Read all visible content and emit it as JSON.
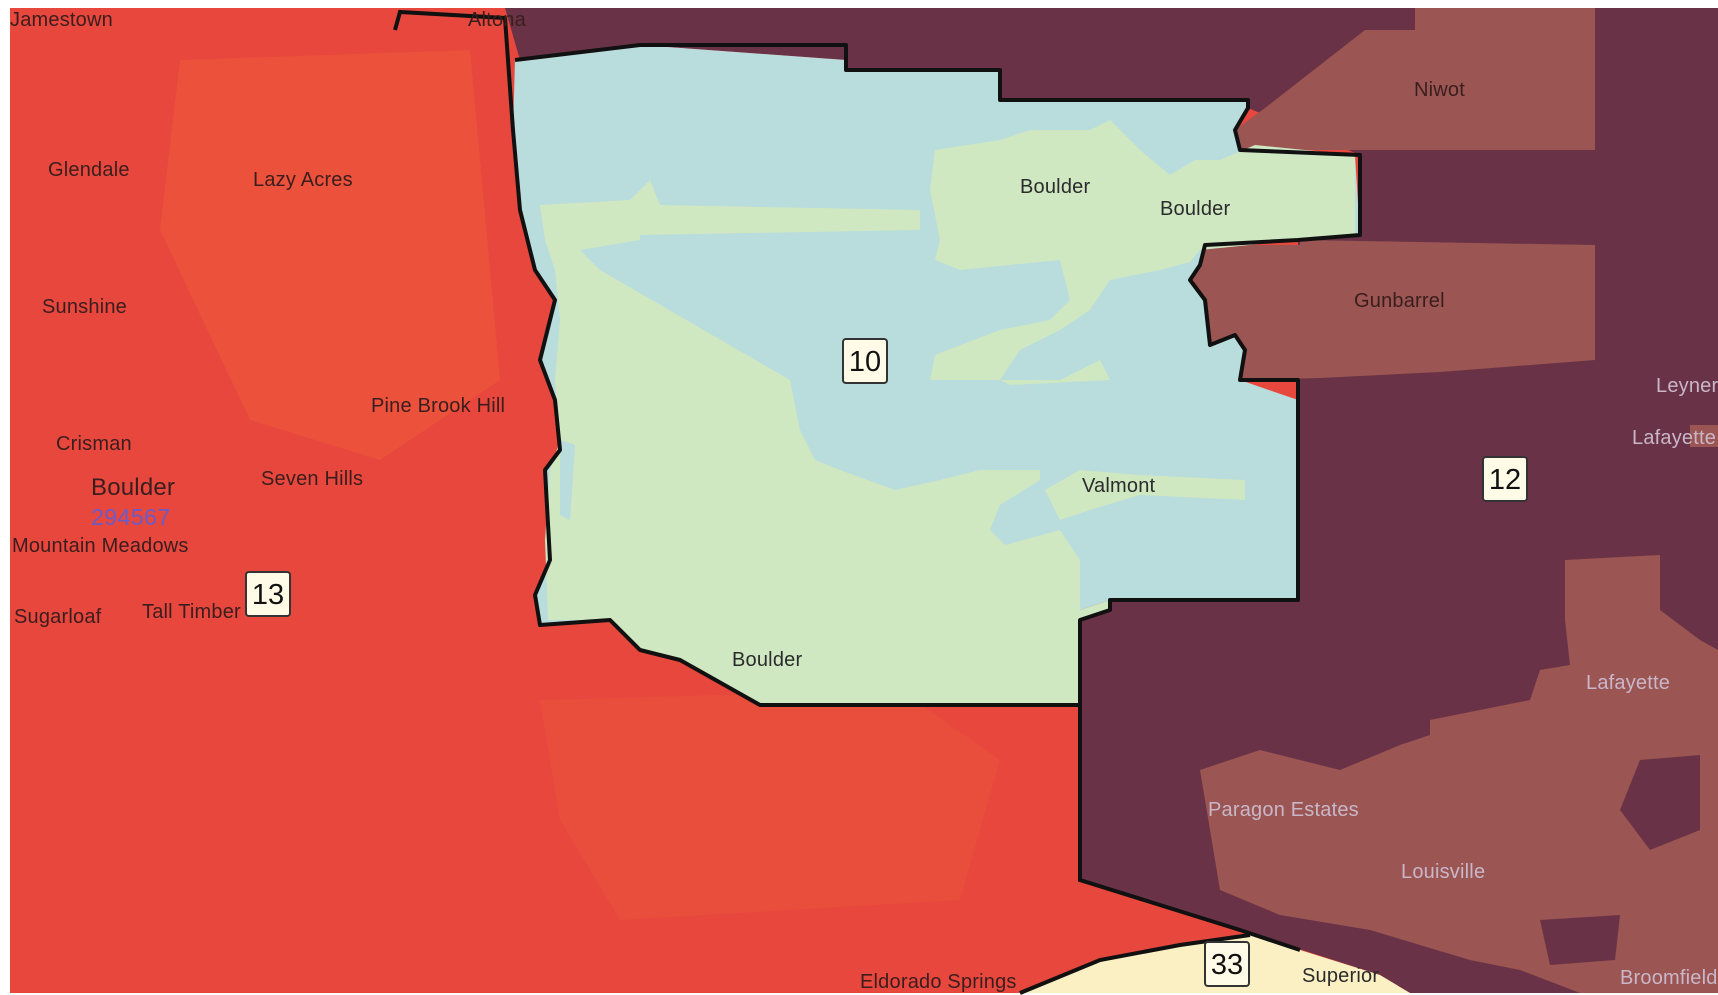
{
  "map": {
    "colors": {
      "district_13": "#e8473d",
      "district_10_light_blue": "#b9dcdc",
      "district_10_green": "#cfe8c2",
      "district_12": "#6a3246",
      "district_12_brown": "#9b5552",
      "district_33": "#fbf0c4",
      "border": "#111111"
    },
    "districts": [
      {
        "id": "d10",
        "number": "10"
      },
      {
        "id": "d12",
        "number": "12"
      },
      {
        "id": "d13",
        "number": "13"
      },
      {
        "id": "d33",
        "number": "33"
      }
    ],
    "places": {
      "jamestown": "Jamestown",
      "altona": "Altona",
      "glendale": "Glendale",
      "lazy_acres": "Lazy Acres",
      "sunshine": "Sunshine",
      "pine_brook_hill": "Pine Brook Hill",
      "crisman": "Crisman",
      "boulder_county": "Boulder",
      "boulder_county_pop": "294567",
      "seven_hills": "Seven Hills",
      "mountain_meadows": "Mountain Meadows",
      "sugarloaf": "Sugarloaf",
      "tall_timber": "Tall Timber",
      "boulder_north": "Boulder",
      "boulder_northeast": "Boulder",
      "boulder_south": "Boulder",
      "valmont": "Valmont",
      "niwot": "Niwot",
      "gunbarrel": "Gunbarrel",
      "leyner": "Leyner",
      "lafayette_east": "Lafayette",
      "lafayette": "Lafayette",
      "paragon_estates": "Paragon Estates",
      "louisville": "Louisville",
      "eldorado_springs": "Eldorado Springs",
      "superior": "Superior",
      "broomfield": "Broomfield"
    }
  }
}
